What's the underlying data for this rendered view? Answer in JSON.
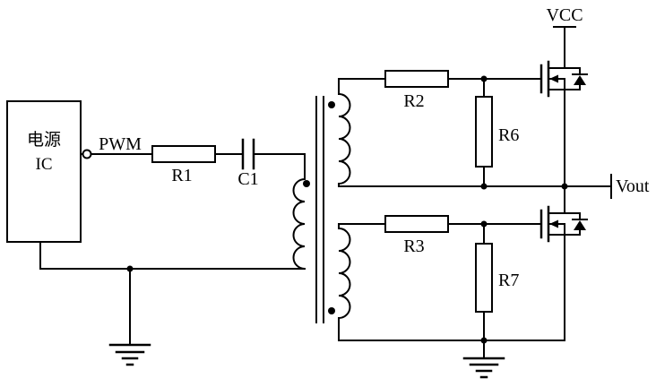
{
  "labels": {
    "ic_line1": "电源",
    "ic_line2": "IC",
    "pwm": "PWM",
    "r1": "R1",
    "c1": "C1",
    "r2": "R2",
    "r3": "R3",
    "r6": "R6",
    "r7": "R7",
    "vcc": "VCC",
    "vout": "Vout"
  },
  "colors": {
    "wire": "#000000",
    "background": "#ffffff"
  }
}
